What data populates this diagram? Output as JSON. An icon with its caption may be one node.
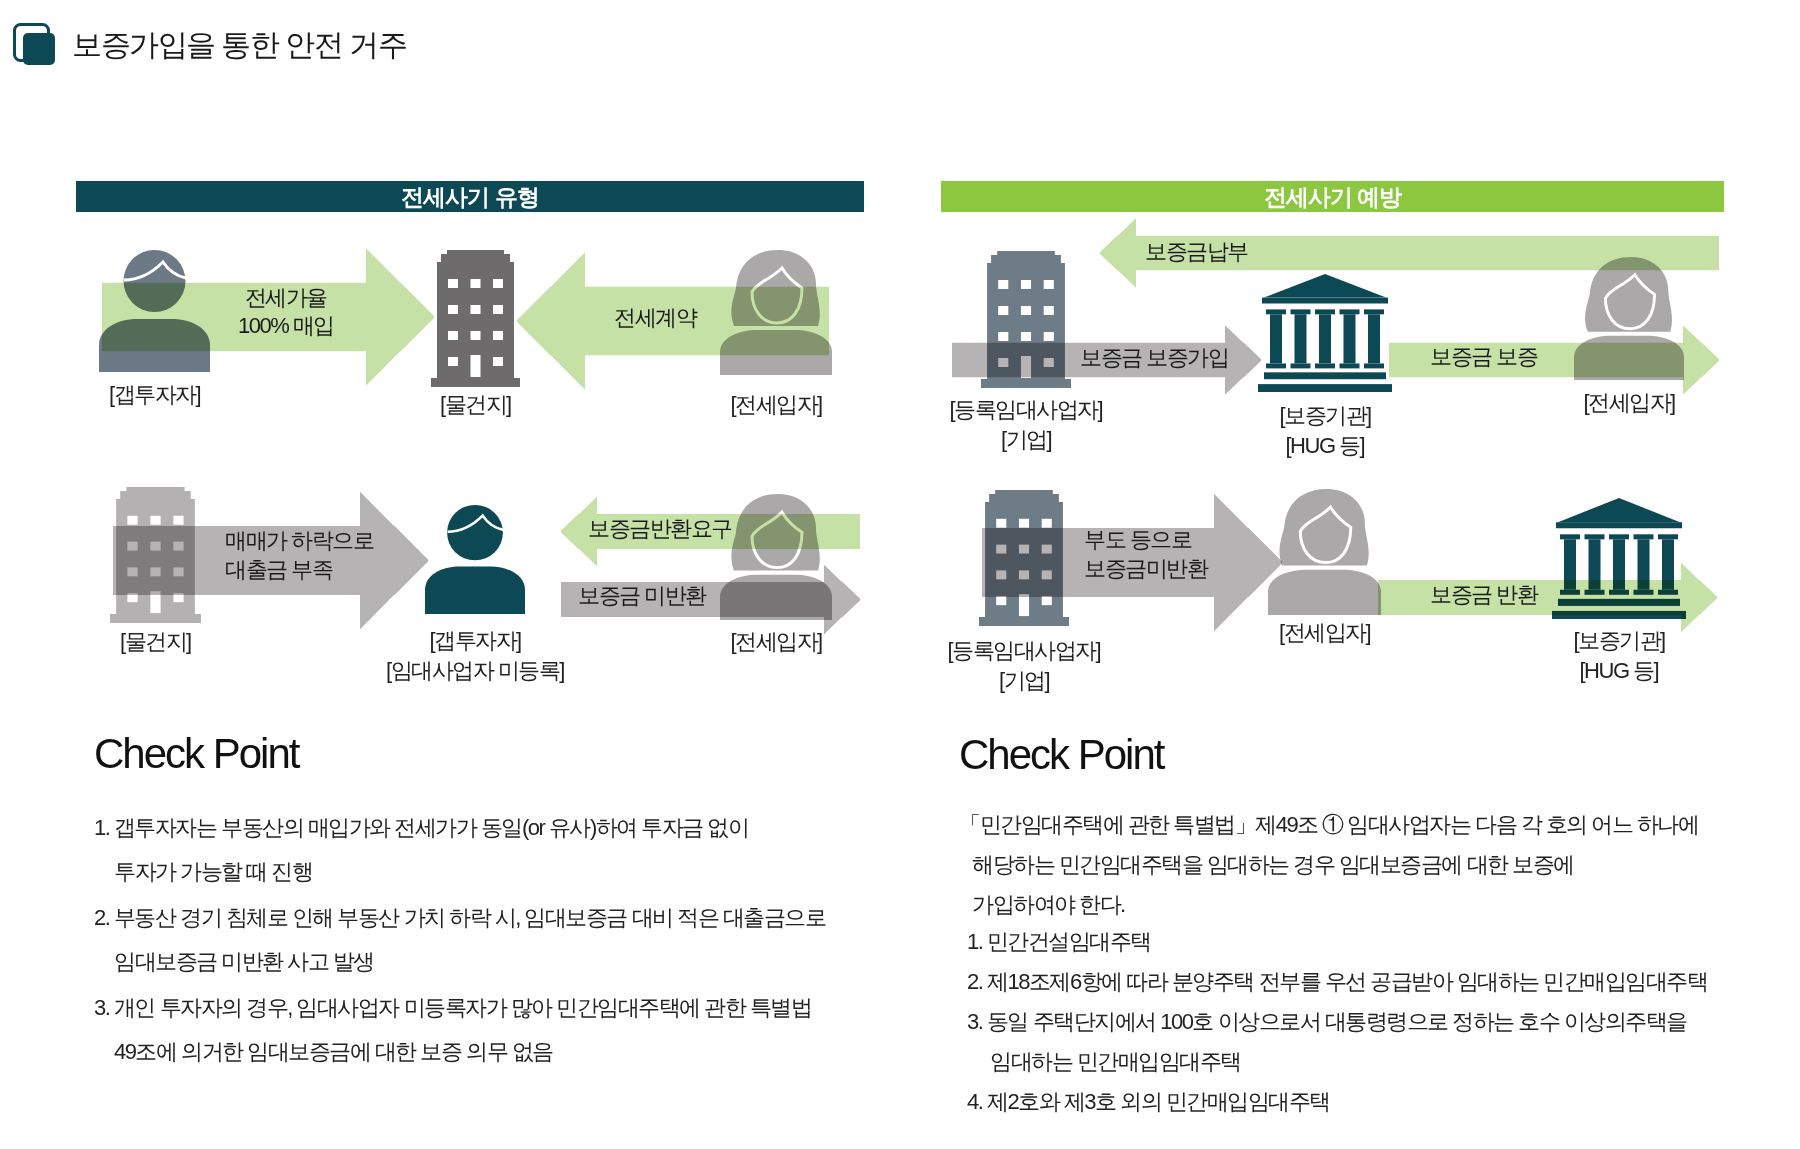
{
  "diagram": {
    "title": "보증가입을 통한 안전 거주",
    "nodes": [
      {
        "text": [
          "전세사기 유형"
        ]
      },
      {
        "text": [
          "[갭투자자]"
        ]
      },
      {
        "text": [
          "[물건지]"
        ]
      },
      {
        "text": [
          "[전세입자]"
        ]
      },
      {
        "text": [
          "[물건지]"
        ]
      },
      {
        "text": [
          "[갭투자자]",
          "[임대사업자 미등록]"
        ]
      },
      {
        "text": [
          "[전세입자]"
        ]
      },
      {
        "text": [
          "전세사기 예방"
        ]
      },
      {
        "text": [
          "[등록임대사업자]",
          "[기업]"
        ]
      },
      {
        "text": [
          "[보증기관]",
          "[HUG 등]"
        ]
      },
      {
        "text": [
          "[전세입자]"
        ]
      },
      {
        "text": [
          "[등록임대사업자]",
          "[기업]"
        ]
      },
      {
        "text": [
          "[전세입자]"
        ]
      },
      {
        "text": [
          "[보증기관]",
          "[HUG 등]"
        ]
      }
    ],
    "edges": [
      {
        "from": 1,
        "to": 2,
        "arrow": "to",
        "label": "전세가율 100% 매입",
        "style": "thick"
      },
      {
        "from": 3,
        "to": 2,
        "arrow": "to",
        "label": "전세계약",
        "style": "thick"
      },
      {
        "from": 4,
        "to": 5,
        "arrow": "to",
        "label": "매매가 하락으로 대출금 부족",
        "style": "thick",
        "color": "#b5b3b4"
      },
      {
        "from": 6,
        "to": 5,
        "arrow": "to",
        "label": "보증금반환요구"
      },
      {
        "from": 5,
        "to": 6,
        "arrow": "to",
        "label": "보증금 미반환",
        "color": "#b5b3b4"
      },
      {
        "from": 8,
        "to": 9,
        "arrow": "to",
        "label": "보증금 보증가입",
        "color": "#b5b3b4"
      },
      {
        "from": 10,
        "to": 8,
        "arrow": "to",
        "label": "보증금납부"
      },
      {
        "from": 9,
        "to": 10,
        "arrow": "to",
        "label": "보증금 보증"
      },
      {
        "from": 11,
        "to": 12,
        "arrow": "to",
        "label": "부도 등으로 보증금미반환",
        "style": "thick",
        "color": "#b5b3b4"
      },
      {
        "from": 12,
        "to": 13,
        "arrow": "to",
        "label": "보증금 반환"
      }
    ],
    "labels": [
      "Check Point",
      "1. 갭투자자는 부동산의 매입가와 전세가가 동일(or 유사)하여 투자금 없이 투자가 가능할 때 진행",
      "2. 부동산 경기 침체로 인해 부동산 가치 하락 시, 임대보증금 대비 적은 대출금으로 임대보증금 미반환 사고 발생",
      "3. 개인 투자자의 경우, 임대사업자 미등록자가 많아 민간임대주택에 관한 특별법 49조에 의거한 임대보증금에 대한 보증 의무 없음",
      "Check Point",
      "「민간임대주택에 관한 특별법」제49조 ① 임대사업자는 다음 각 호의 어느 하나에 해당하는 민간임대주택을 임대하는 경우 임대보증금에 대한 보증에 가입하여야 한다.",
      "1. 민간건설임대주택",
      "2. 제18조제6항에 따라 분양주택 전부를 우선 공급받아 임대하는 민간매입임대주택",
      "3. 동일 주택단지에서 100호 이상으로서 대통령령으로 정하는 호수 이상의주택을 임대하는 민간매입임대주택",
      "4. 제2호와 제3호 외의 민간매입임대주택"
    ]
  }
}
